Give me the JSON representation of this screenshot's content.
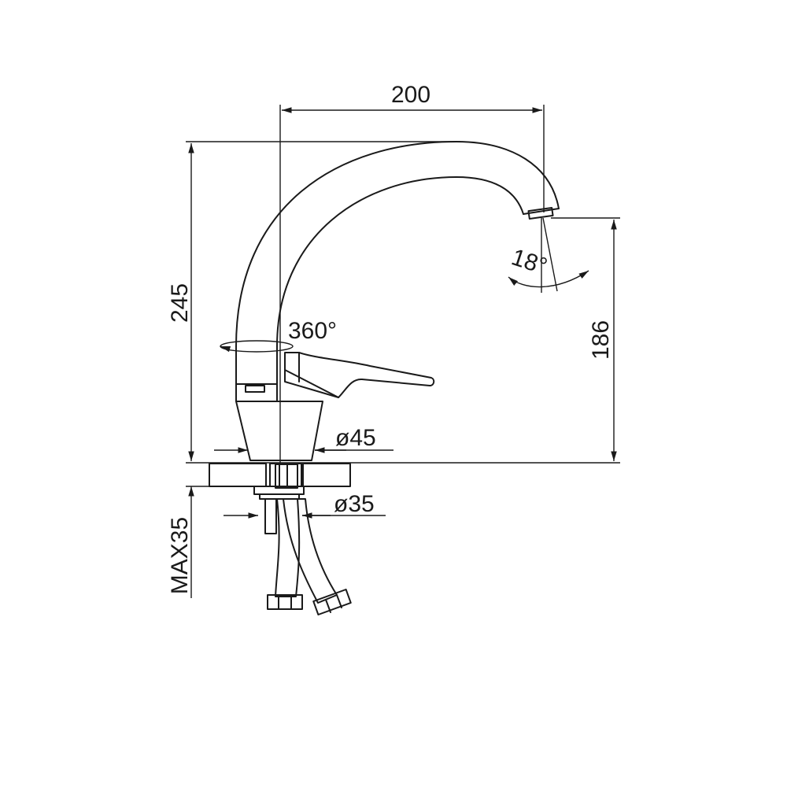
{
  "dimensions": {
    "spout_reach": "200",
    "total_height": "245",
    "outlet_height": "186",
    "swivel_angle": "360°",
    "aerator_angle": "18°",
    "base_diameter": "ø45",
    "mount_diameter": "ø35",
    "max_counter_thickness": "MAX35"
  },
  "colors": {
    "line": "#1a1a1a",
    "background": "#ffffff"
  }
}
